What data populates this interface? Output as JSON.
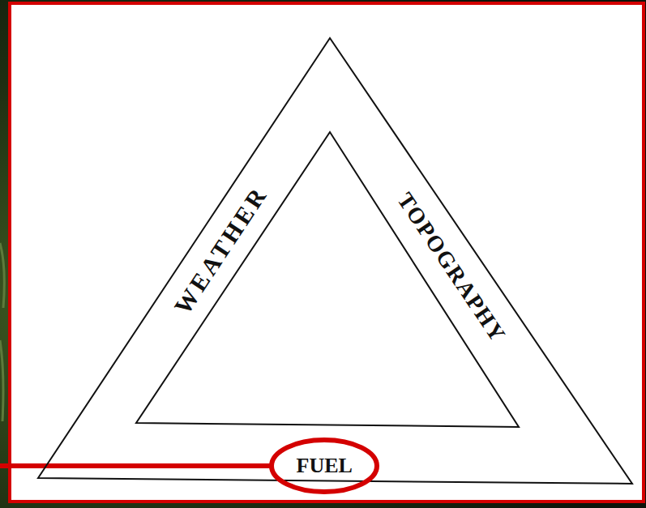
{
  "diagram": {
    "nodes": [
      {
        "text": [
          "WEATHER",
          "TOPOGRAPHY"
        ]
      },
      {
        "text": [
          "FUEL"
        ],
        "in": 0
      }
    ]
  }
}
